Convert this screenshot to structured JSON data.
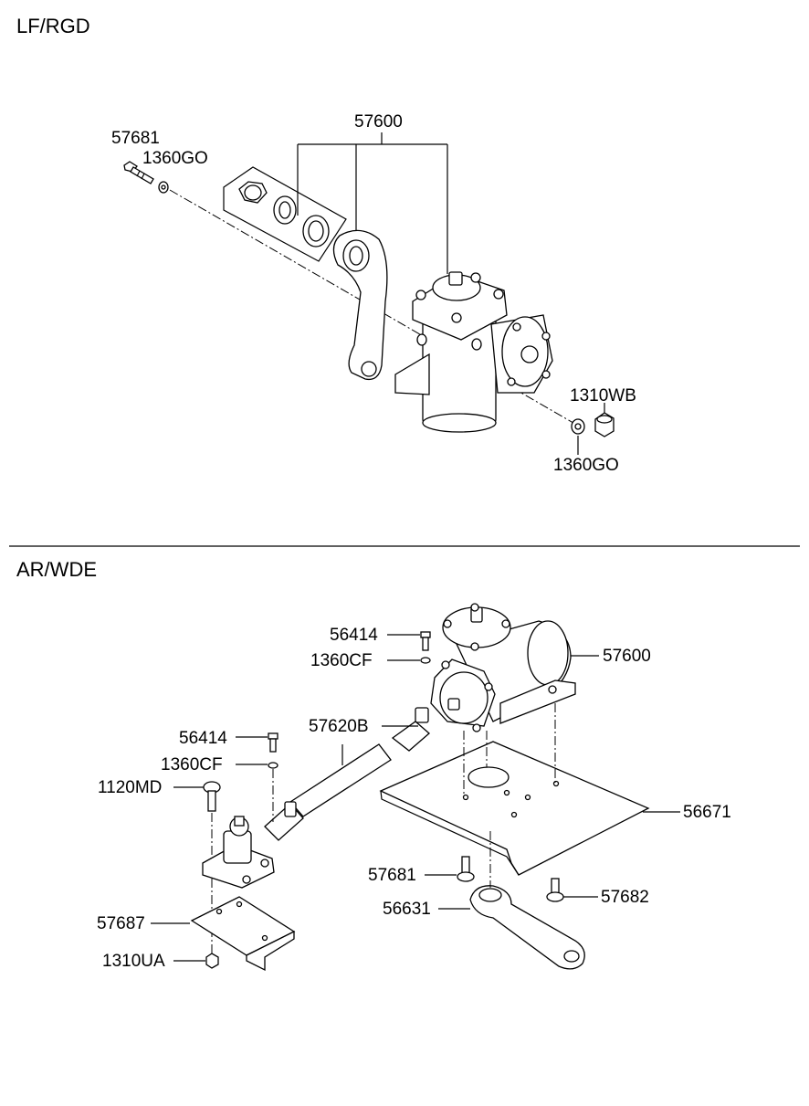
{
  "sections": [
    {
      "title": "LF/RGD",
      "labels": [
        "57600",
        "57681",
        "1360GO",
        "1310WB",
        "1360GO"
      ]
    },
    {
      "title": "AR/WDE",
      "labels": [
        "56414",
        "1360CF",
        "57600",
        "56414",
        "57620B",
        "1360CF",
        "1120MD",
        "56671",
        "57681",
        "57682",
        "56631",
        "57687",
        "1310UA"
      ]
    }
  ]
}
